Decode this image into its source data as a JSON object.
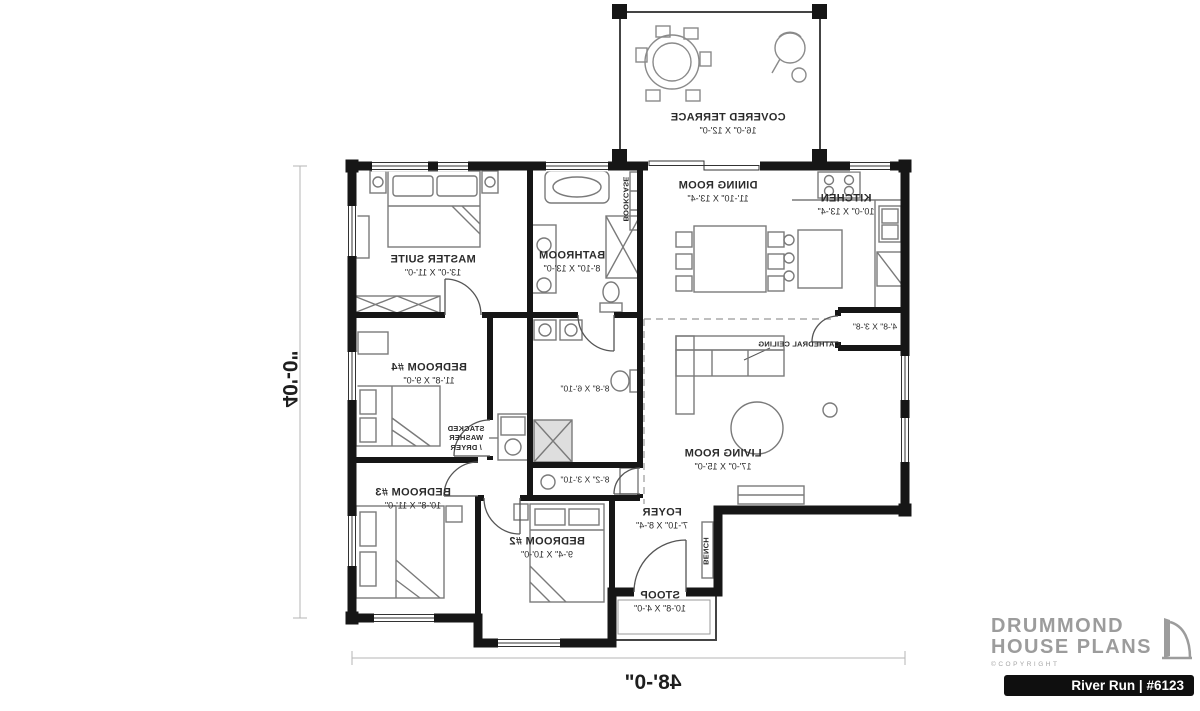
{
  "plan": {
    "rooms": [
      {
        "id": "covered-terrace",
        "name": "COVERED TERRACE",
        "dims": "16'-0\" X 12'-0\""
      },
      {
        "id": "dining-room",
        "name": "DINING ROOM",
        "dims": "11'-10\" X 13'-4\""
      },
      {
        "id": "kitchen",
        "name": "KITCHEN",
        "dims": "10'-0\" X 13'-4\""
      },
      {
        "id": "master-suite",
        "name": "MASTER SUITE",
        "dims": "13'-0\" X 11'-0\""
      },
      {
        "id": "bathroom",
        "name": "BATHROOM",
        "dims": "8'-10\" X 13'-0\""
      },
      {
        "id": "bedroom-4",
        "name": "BEDROOM #4",
        "dims": "11'-8\" X 9'-0\""
      },
      {
        "id": "living-room",
        "name": "LIVING ROOM",
        "dims": "17'-0\" X 15'-0\""
      },
      {
        "id": "bedroom-3",
        "name": "BEDROOM #3",
        "dims": "10'-8\" X 11'-0\""
      },
      {
        "id": "bedroom-2",
        "name": "BEDROOM #2",
        "dims": "9'-4\" X 10'-0\""
      },
      {
        "id": "foyer",
        "name": "FOYER",
        "dims": "7'-10\" X 8'-4\""
      },
      {
        "id": "stoop",
        "name": "STOOP",
        "dims": "10'-8\" X 4'-0\""
      },
      {
        "id": "second-bathroom",
        "name": "",
        "dims": "8'-8\" X 6'-10\""
      },
      {
        "id": "laundry",
        "name": "",
        "dims": "8'-2\" X 3'-10\""
      },
      {
        "id": "pantry",
        "name": "",
        "dims": "4'-8\" X 3'-8\""
      }
    ],
    "annotations": {
      "cathedral_ceiling": "CATHEDRAL CEILING",
      "washer_line1": "STACKED",
      "washer_line2": "WASHER",
      "washer_line3": "/ DRYER",
      "bench": "BENCH",
      "bookcase": "BOOKCASE"
    },
    "overall_dimensions": {
      "width": "48'-0\"",
      "depth": "40'-0\""
    }
  },
  "branding": {
    "name_line1": "DRUMMOND",
    "name_line2": "HOUSE PLANS",
    "copyright": "©COPYRIGHT",
    "plan_title": "River Run | #6123",
    "bar_color": "#0f0f0f",
    "logo_color": "#9c9c9c"
  }
}
